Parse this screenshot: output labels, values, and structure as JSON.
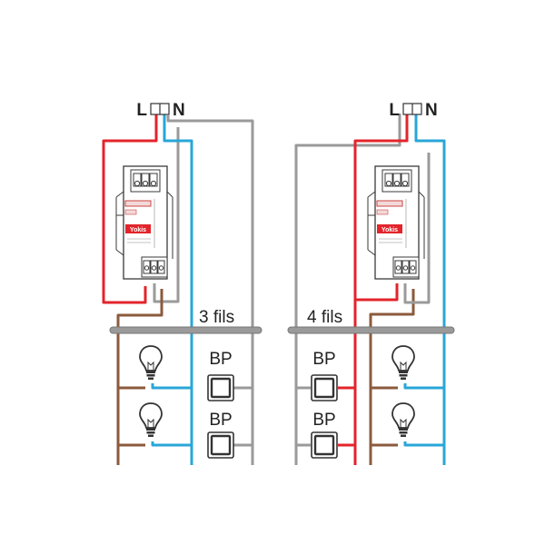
{
  "colors": {
    "phase": "#e3242b",
    "neutral": "#29a6d8",
    "grey": "#9a9a9a",
    "lamp_wire": "#8b5a3c",
    "outline": "#3a3a3a"
  },
  "icons": [
    "lightbulb-icon",
    "pushbutton-icon"
  ],
  "left_circuit": {
    "supply_label_l": "L",
    "supply_label_n": "N",
    "wires_label": "3 fils",
    "buttons": [
      {
        "label": "BP"
      },
      {
        "label": "BP"
      }
    ],
    "lamps": 2,
    "module_brand": "Yokis"
  },
  "right_circuit": {
    "supply_label_l": "L",
    "supply_label_n": "N",
    "wires_label": "4 fils",
    "buttons": [
      {
        "label": "BP"
      },
      {
        "label": "BP"
      }
    ],
    "lamps": 2,
    "module_brand": "Yokis"
  }
}
